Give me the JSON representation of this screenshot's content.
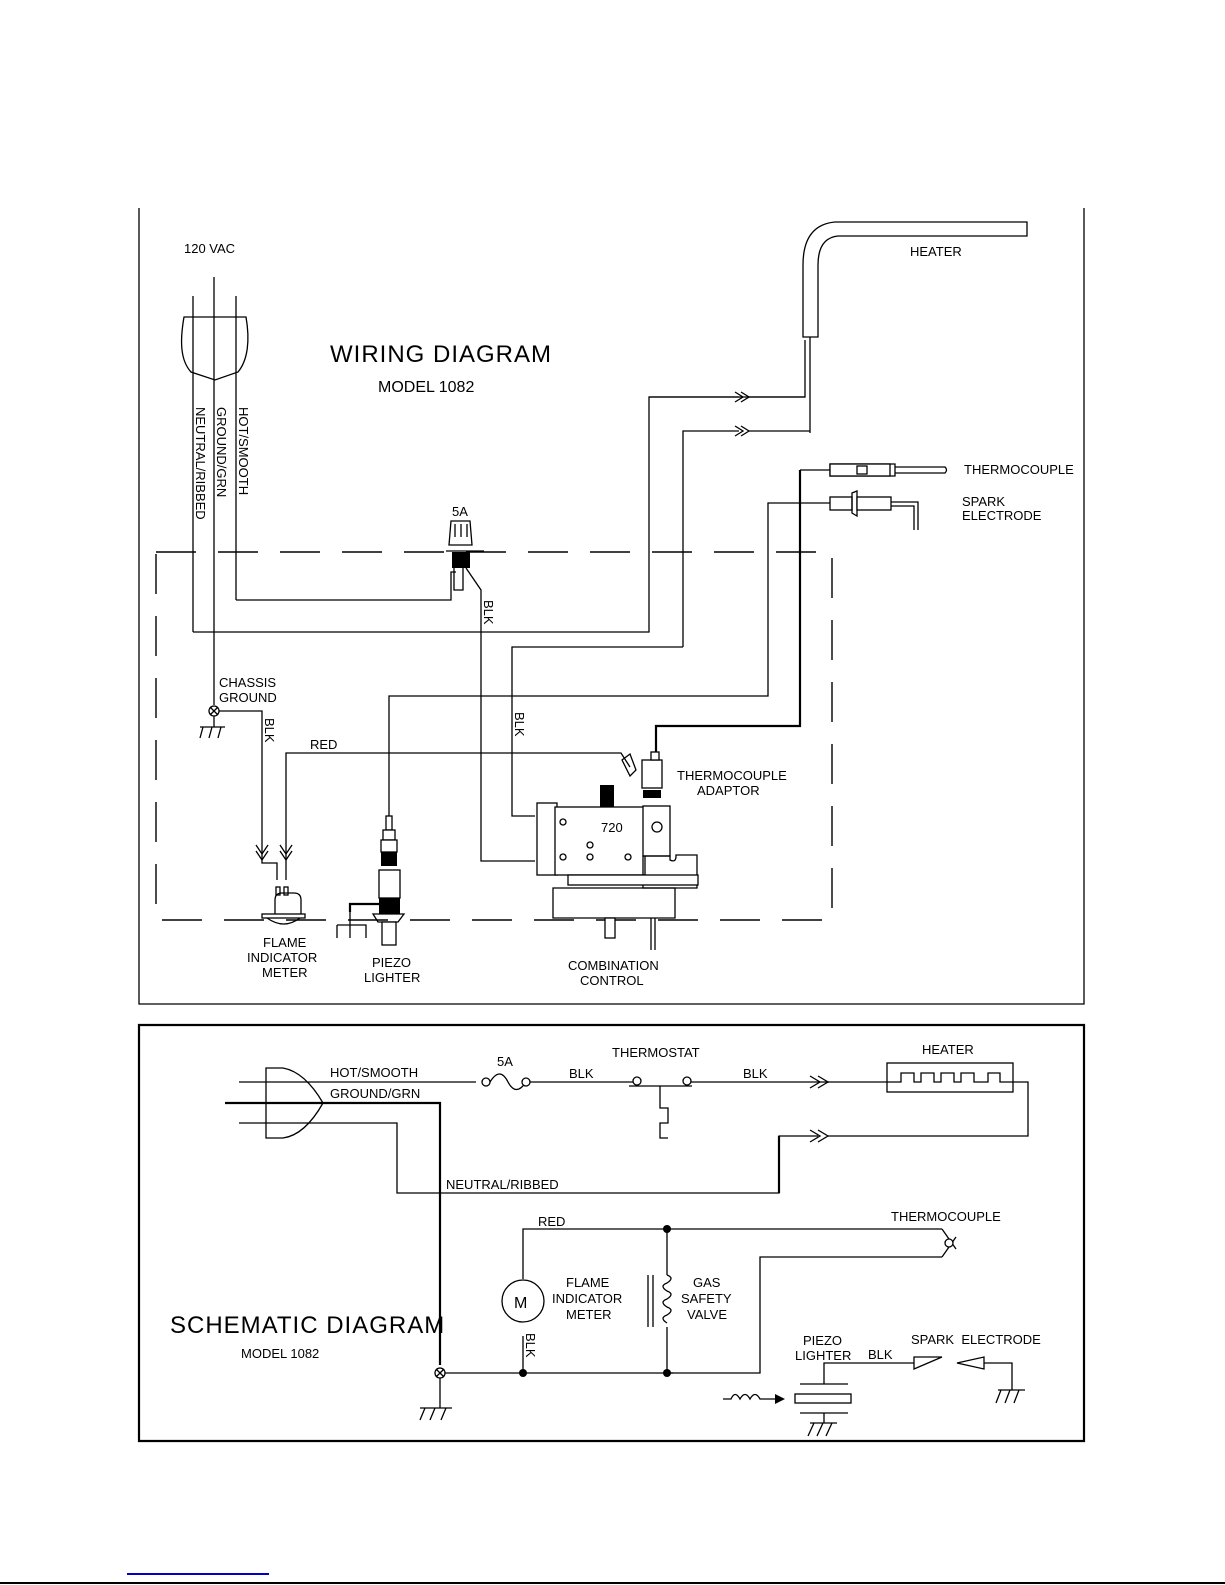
{
  "wiring": {
    "title": "WIRING DIAGRAM",
    "model": "MODEL 1082",
    "supply": "120 VAC",
    "cord_wires": [
      "NEUTRAL/RIBBED",
      "GROUND/GRN",
      "HOT/SMOOTH"
    ],
    "fuse": "5A",
    "heater": "HEATER",
    "thermocouple": "THERMOCOUPLE",
    "spark_electrode": [
      "SPARK",
      "ELECTRODE"
    ],
    "chassis_ground": [
      "CHASSIS",
      "GROUND"
    ],
    "wire_blk": "BLK",
    "wire_red": "RED",
    "thermocouple_adaptor": [
      "THERMOCOUPLE",
      "ADAPTOR"
    ],
    "flame_indicator_meter": [
      "FLAME",
      "INDICATOR",
      "METER"
    ],
    "piezo_lighter": [
      "PIEZO",
      "LIGHTER"
    ],
    "combination_control": [
      "COMBINATION",
      "CONTROL"
    ],
    "control_marking": "720"
  },
  "schematic": {
    "title": "SCHEMATIC DIAGRAM",
    "model": "MODEL 1082",
    "hot": "HOT/SMOOTH",
    "ground": "GROUND/GRN",
    "neutral": "NEUTRAL/RIBBED",
    "fuse": "5A",
    "thermostat": "THERMOSTAT",
    "heater": "HEATER",
    "wire_blk": "BLK",
    "wire_red": "RED",
    "meter_symbol": "M",
    "flame_indicator_meter": [
      "FLAME",
      "INDICATOR",
      "METER"
    ],
    "gas_safety_valve": [
      "GAS",
      "SAFETY",
      "VALVE"
    ],
    "thermocouple": "THERMOCOUPLE",
    "piezo_lighter": [
      "PIEZO",
      "LIGHTER"
    ],
    "spark_electrode": "SPARK  ELECTRODE"
  },
  "colors": {
    "line": "#000000",
    "link": "#0000cc",
    "background": "#ffffff"
  }
}
